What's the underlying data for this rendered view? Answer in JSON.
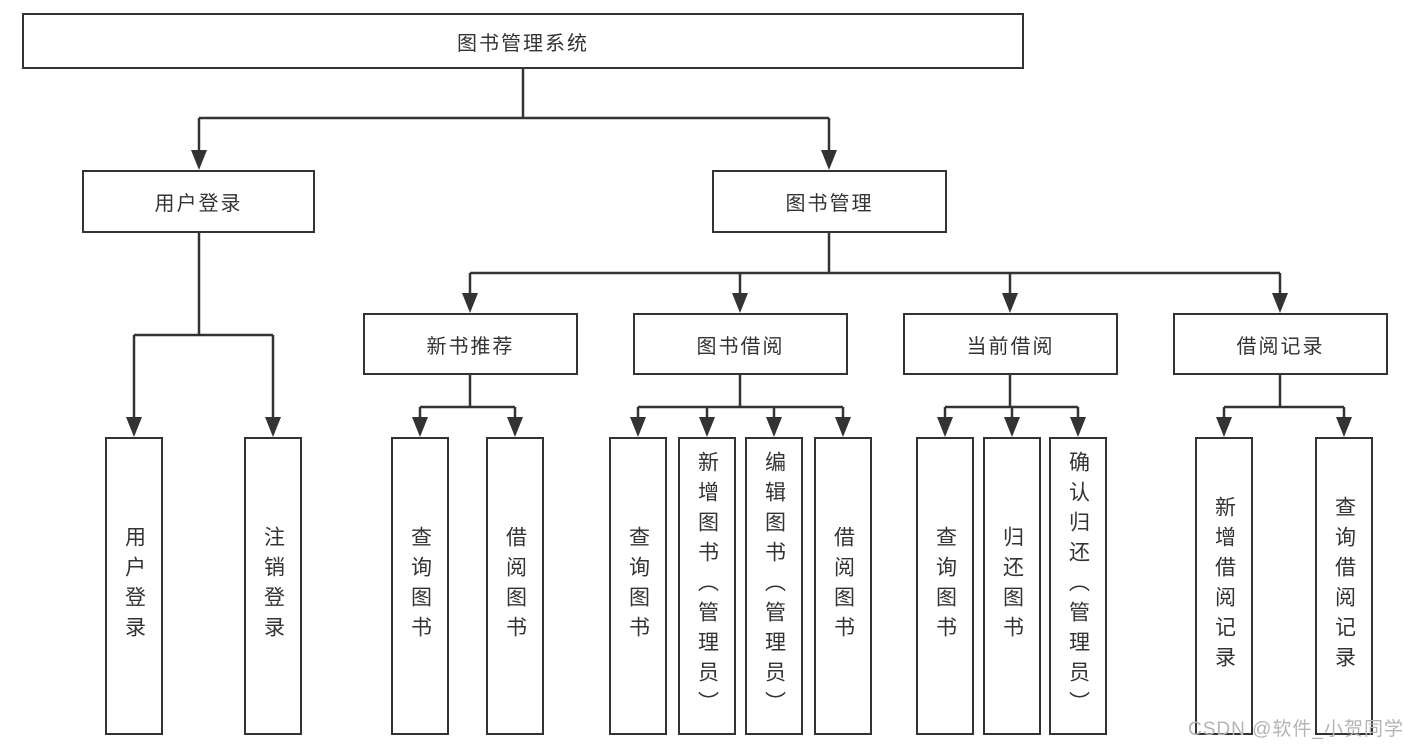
{
  "colors": {
    "line": "#333333",
    "text": "#333333",
    "box_background": "#ffffff",
    "watermark_text": "#b4b4b4"
  },
  "diagram": {
    "root_label": "图书管理系统",
    "level2": [
      "用户登录",
      "图书管理"
    ],
    "level3": [
      "新书推荐",
      "图书借阅",
      "当前借阅",
      "借阅记录"
    ],
    "leaves": [
      "用户登录",
      "注销登录",
      "查询图书",
      "借阅图书",
      "查询图书",
      "新增图书（管理员）",
      "编辑图书（管理员）",
      "借阅图书",
      "查询图书",
      "归还图书",
      "确认归还（管理员）",
      "新增借阅记录",
      "查询借阅记录"
    ]
  },
  "watermark": "CSDN @软件_小贺同学"
}
